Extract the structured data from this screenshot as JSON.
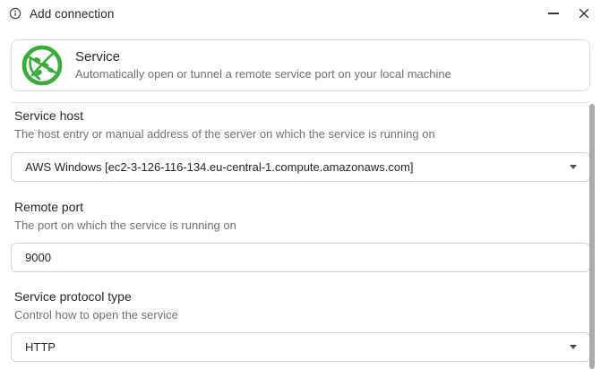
{
  "window": {
    "title": "Add connection"
  },
  "banner": {
    "title": "Service",
    "description": "Automatically open or tunnel a remote service port on your local machine"
  },
  "fields": [
    {
      "label": "Service host",
      "description": "The host entry or manual address of the server on which the service is running on",
      "value": "AWS Windows [ec2-3-126-116-134.eu-central-1.compute.amazonaws.com]",
      "type": "select"
    },
    {
      "label": "Remote port",
      "description": "The port on which the service is running on",
      "value": "9000",
      "type": "text"
    },
    {
      "label": "Service protocol type",
      "description": "Control how to open the service",
      "value": "HTTP",
      "type": "select"
    }
  ],
  "icons": {
    "titlebar": "info-icon",
    "banner": "service-network-icon",
    "controls": [
      "minimize-icon",
      "close-icon"
    ],
    "selects": "chevron-down-icon"
  },
  "colors": {
    "accent_green": "#38ad3a",
    "heading_text": "#24292e",
    "muted_text": "#6a737d",
    "control_border": "#cfd4da",
    "scrollbar": "#a9acaf"
  }
}
